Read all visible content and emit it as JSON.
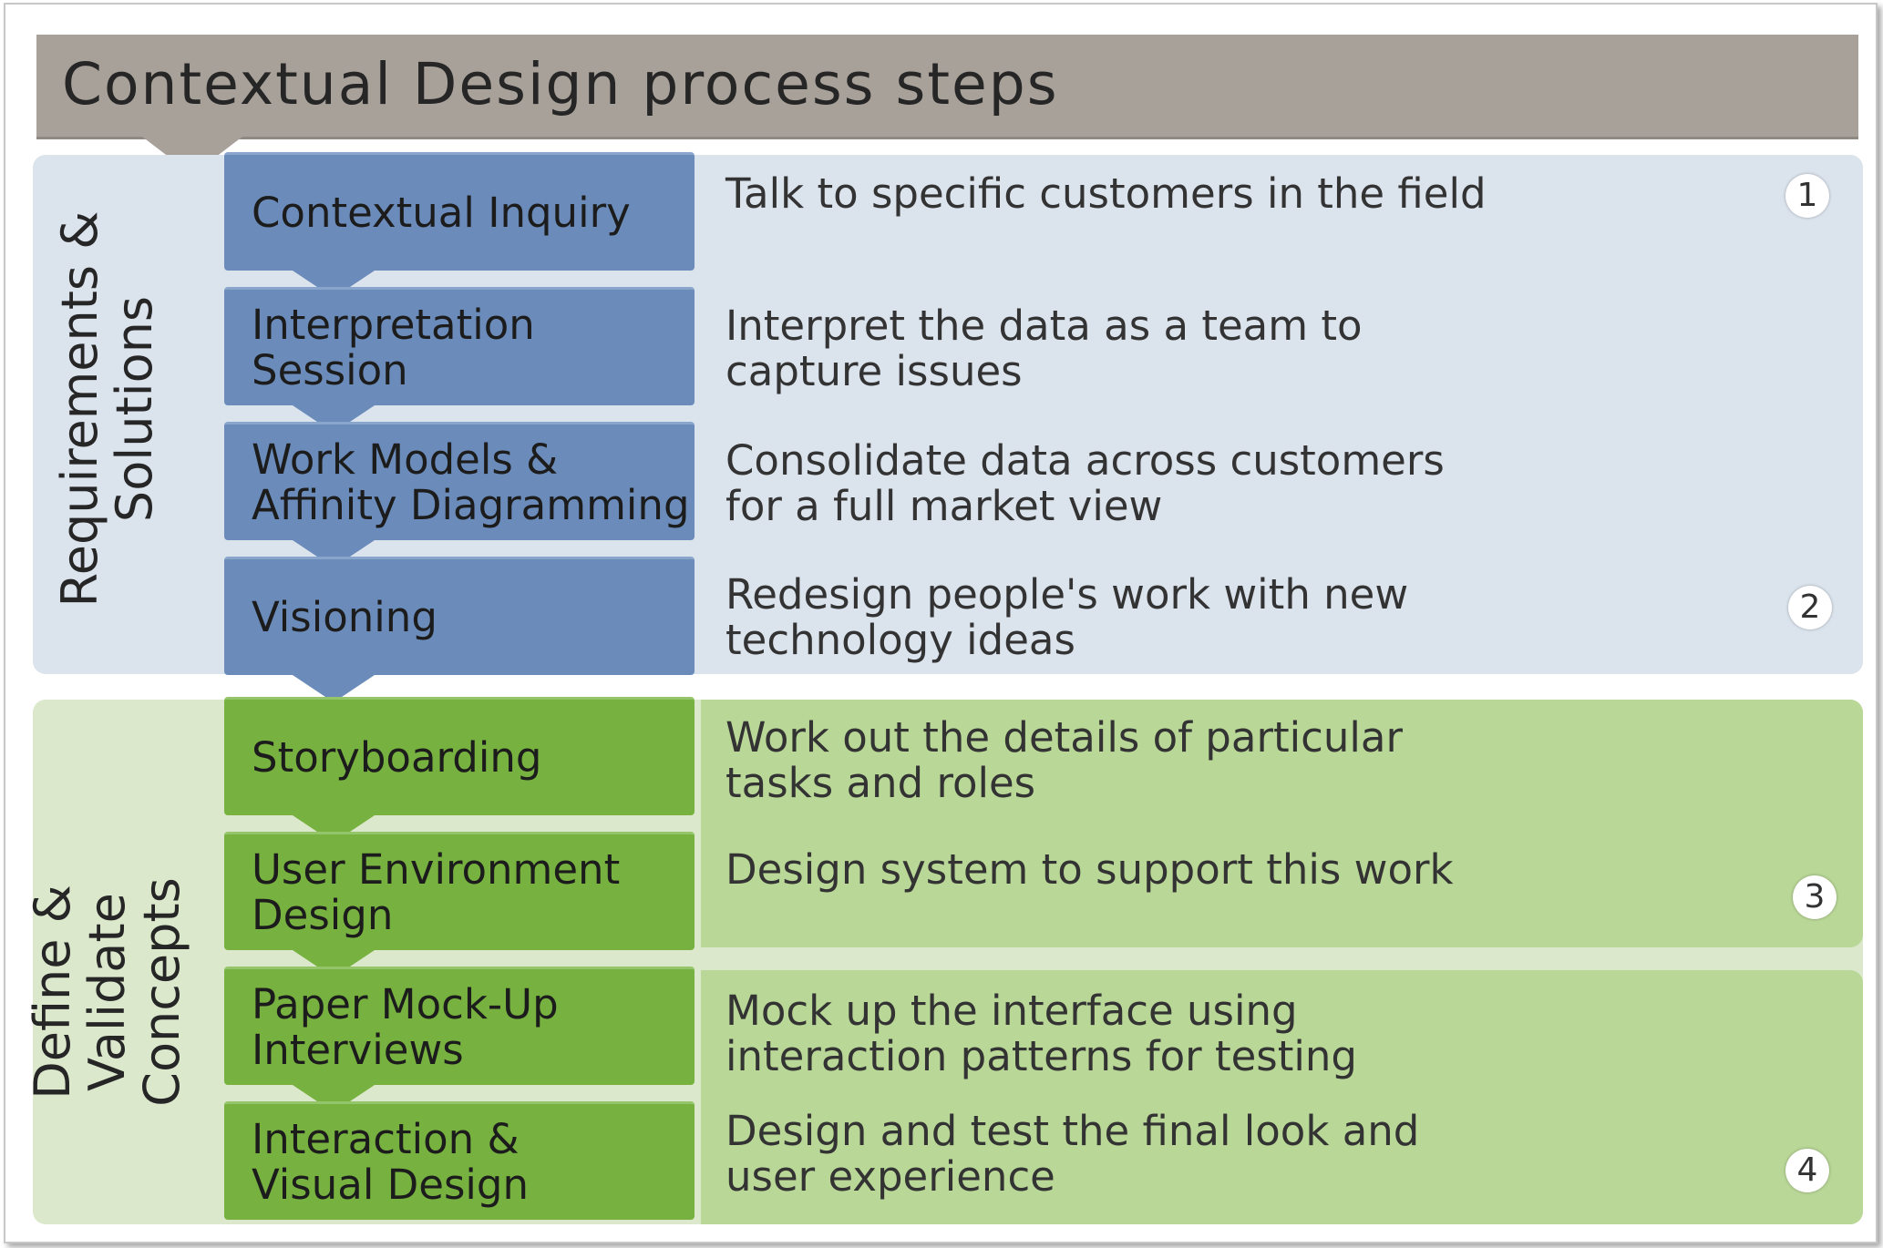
{
  "header": {
    "title": "Contextual Design process steps"
  },
  "groups": [
    {
      "label": "Requirements &\nSolutions"
    },
    {
      "label": "Define & Validate\nConcepts"
    }
  ],
  "steps": [
    {
      "name": "Contextual Inquiry",
      "description": "Talk to specific customers in the field"
    },
    {
      "name": "Interpretation\nSession",
      "description": "Interpret the data as a team to\ncapture issues"
    },
    {
      "name": "Work Models &\nAffinity Diagramming",
      "description": "Consolidate data across customers\nfor a full market view"
    },
    {
      "name": "Visioning",
      "description": "Redesign people's work with new\ntechnology ideas"
    },
    {
      "name": "Storyboarding",
      "description": "Work out the details of particular\ntasks and roles"
    },
    {
      "name": "User Environment\nDesign",
      "description": "Design system to support this work"
    },
    {
      "name": "Paper Mock-Up\nInterviews",
      "description": "Mock up the interface using\ninteraction patterns for testing"
    },
    {
      "name": "Interaction &\nVisual Design",
      "description": "Design and test the final look and\nuser experience"
    }
  ],
  "phase_numbers": [
    "1",
    "2",
    "3",
    "4"
  ],
  "colors": {
    "header": "#a8a19a",
    "requirements_step": "#6b8cba",
    "requirements_background": "#dbe3ed",
    "define_step": "#77b140",
    "define_background": "#dbe8cc",
    "define_description_background": "#b9d797"
  }
}
